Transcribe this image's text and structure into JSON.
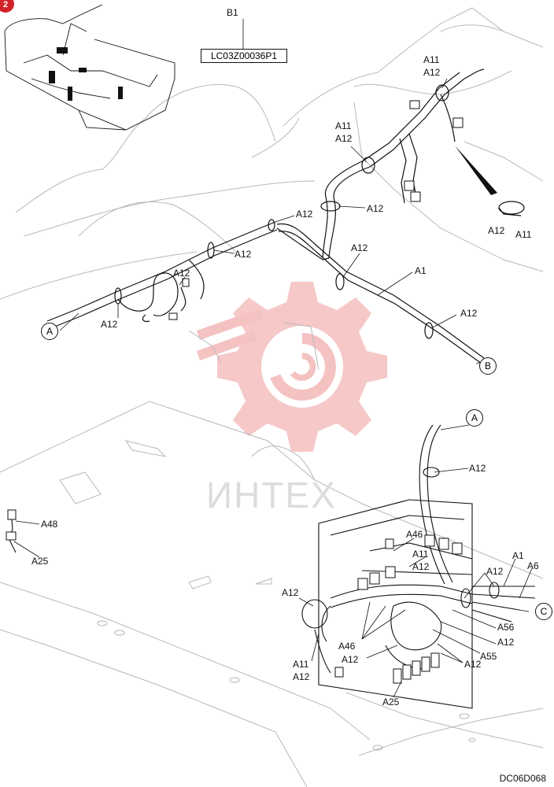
{
  "page_badge": "2",
  "header": {
    "callout": "B1",
    "part_number": "LC03Z00036P1"
  },
  "connectors": {
    "A": "A",
    "B": "B",
    "C": "C"
  },
  "labels": [
    {
      "id": "top-a11",
      "text": "A11"
    },
    {
      "id": "top-a12",
      "text": "A12"
    },
    {
      "id": "mid-a11",
      "text": "A11"
    },
    {
      "id": "mid-a12",
      "text": "A12"
    },
    {
      "id": "clip-a12",
      "text": "A12"
    },
    {
      "id": "clip-a11",
      "text": "A11"
    },
    {
      "id": "upper-a12-1",
      "text": "A12"
    },
    {
      "id": "upper-a12-2",
      "text": "A12"
    },
    {
      "id": "upper-a12-3",
      "text": "A12"
    },
    {
      "id": "upper-a12-4",
      "text": "A12"
    },
    {
      "id": "upper-a12-5",
      "text": "A12"
    },
    {
      "id": "upper-a12-6",
      "text": "A12"
    },
    {
      "id": "upper-a12-7",
      "text": "A12"
    },
    {
      "id": "upper-a1",
      "text": "A1"
    },
    {
      "id": "lower-a12-top",
      "text": "A12"
    },
    {
      "id": "a48",
      "text": "A48"
    },
    {
      "id": "a25-left",
      "text": "A25"
    },
    {
      "id": "a46-top",
      "text": "A46"
    },
    {
      "id": "a11-box",
      "text": "A11"
    },
    {
      "id": "a12-box",
      "text": "A12"
    },
    {
      "id": "a12-right",
      "text": "A12"
    },
    {
      "id": "a1-right",
      "text": "A1"
    },
    {
      "id": "a6-right",
      "text": "A6"
    },
    {
      "id": "a12-left-box",
      "text": "A12"
    },
    {
      "id": "a56",
      "text": "A56"
    },
    {
      "id": "a12-lower-right",
      "text": "A12"
    },
    {
      "id": "a46-bottom",
      "text": "A46"
    },
    {
      "id": "a55",
      "text": "A55"
    },
    {
      "id": "a12-bottom-mid",
      "text": "A12"
    },
    {
      "id": "a12-bottom-right",
      "text": "A12"
    },
    {
      "id": "a11-bottom-left",
      "text": "A11"
    },
    {
      "id": "a12-bottom-left",
      "text": "A12"
    },
    {
      "id": "a25-bottom",
      "text": "A25"
    }
  ],
  "watermark": "ИНТЕХ",
  "drawing_code": "DC06D068",
  "colors": {
    "line": "#111111",
    "ghost": "#b8b8b8",
    "watermark": "#f4b9b9",
    "badge": "#d2232a"
  }
}
